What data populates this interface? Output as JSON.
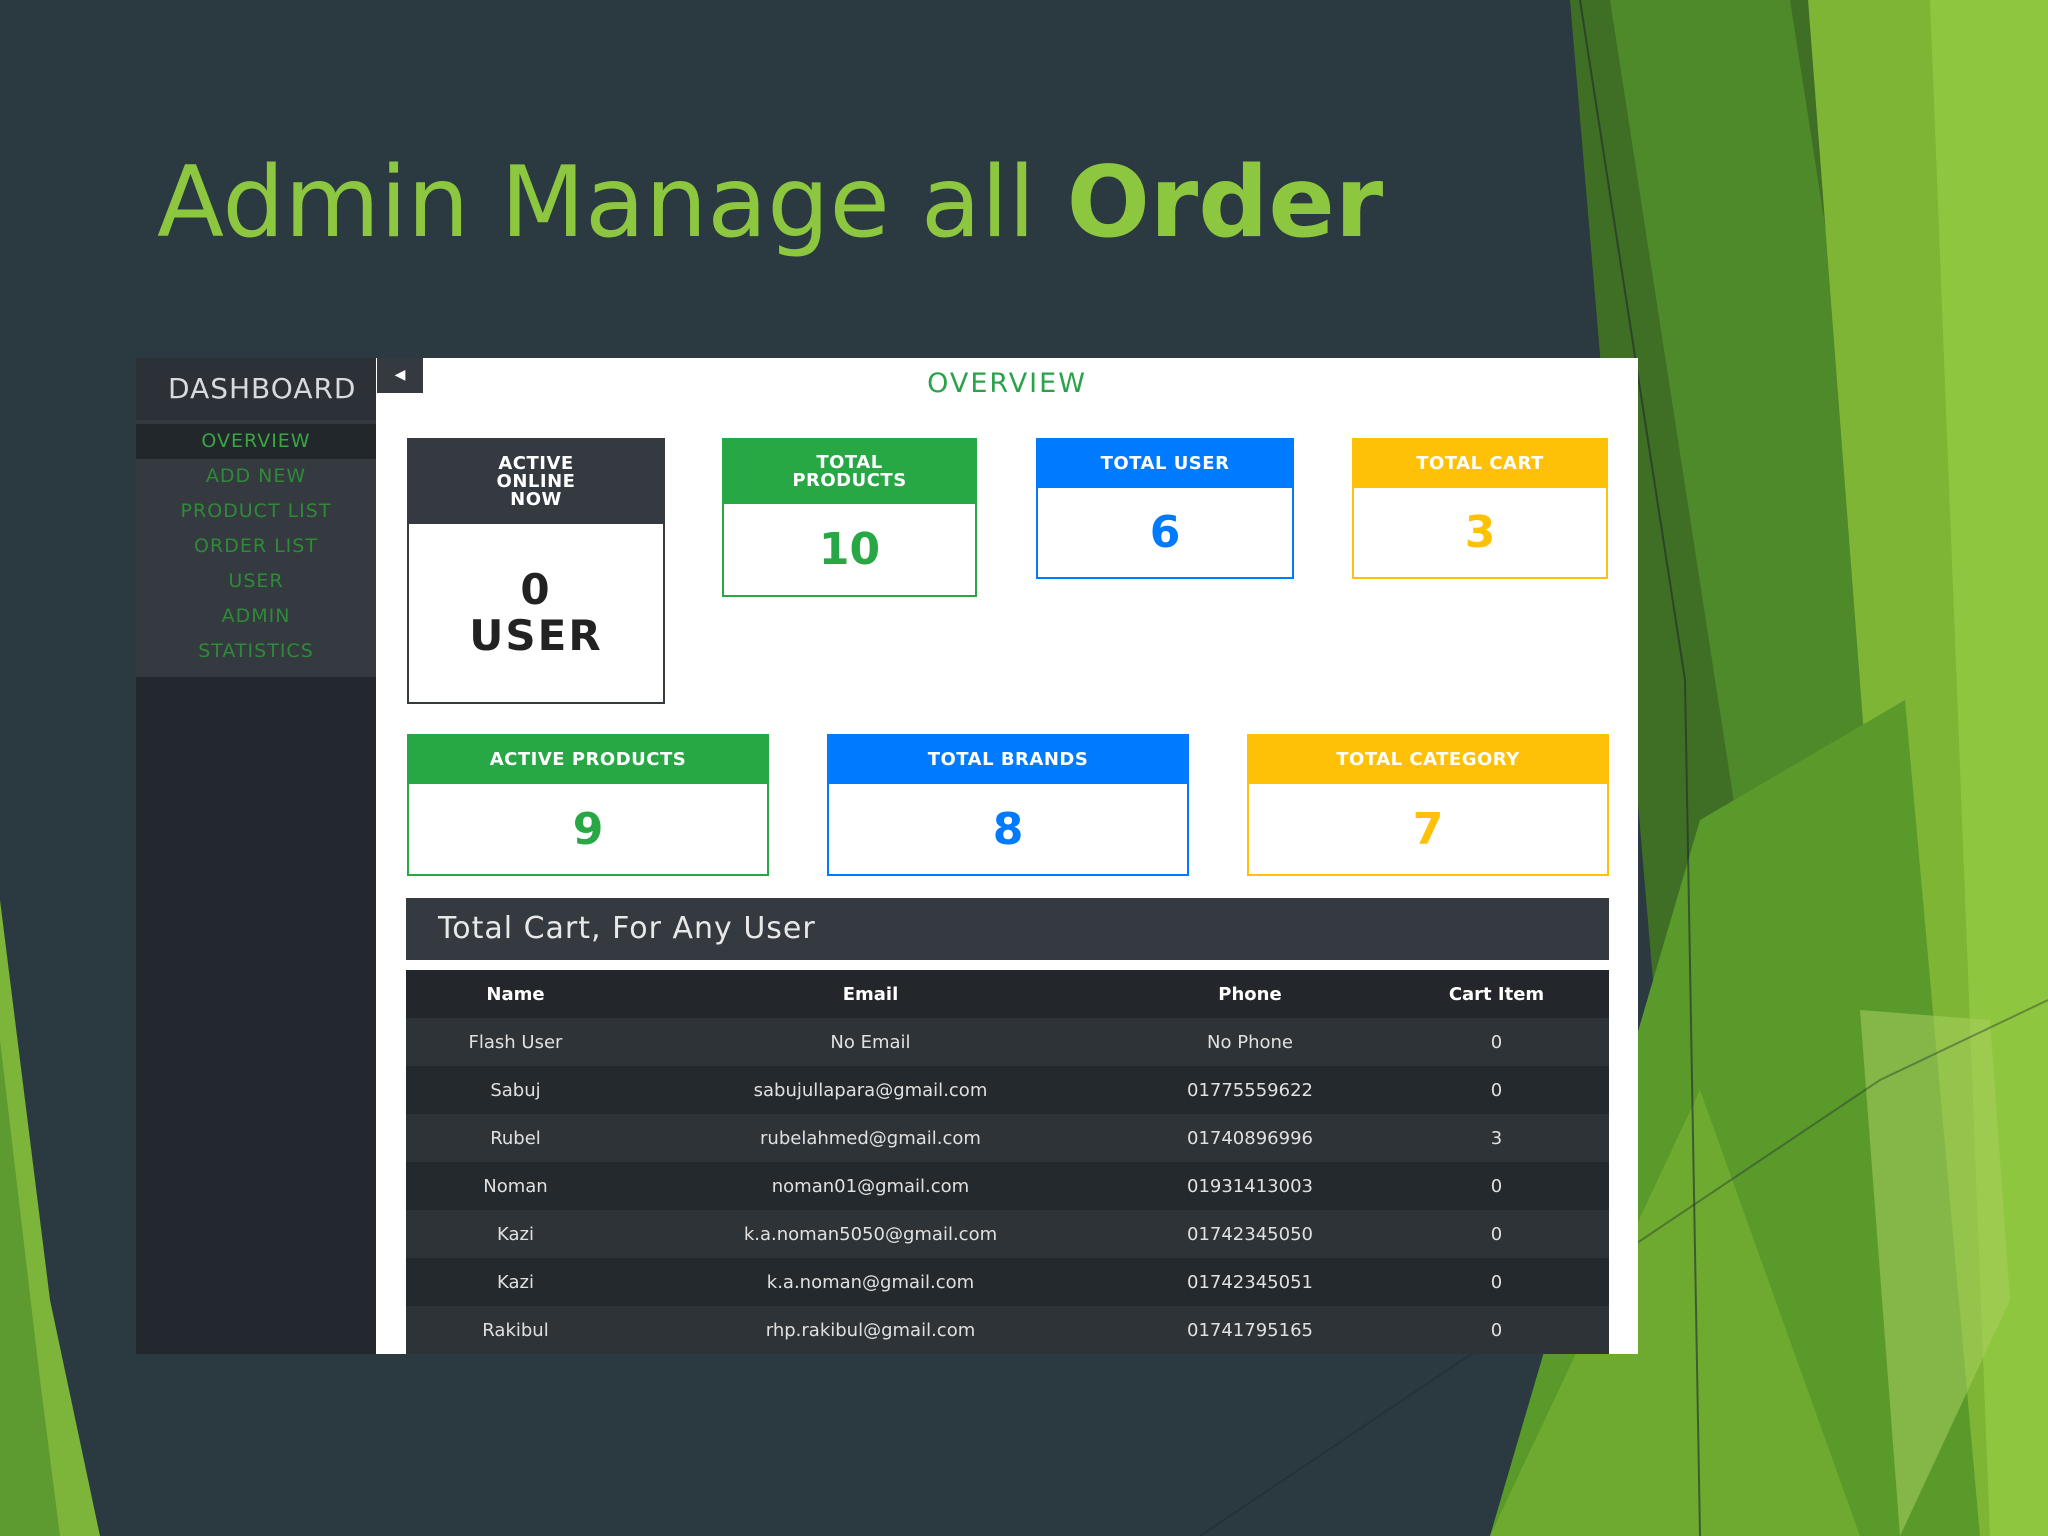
{
  "slide": {
    "title_regular": "Admin Manage all ",
    "title_bold": "Order"
  },
  "colors": {
    "background": "#2b3940",
    "accent_green": "#8dc63f",
    "card_dark": "#343a40",
    "card_green": "#28a745",
    "card_blue": "#007bff",
    "card_yellow": "#ffc107"
  },
  "dashboard": {
    "sidebar": {
      "title": "DASHBOARD",
      "toggle_icon": "caret-left-icon",
      "items": [
        {
          "label": "OVERVIEW",
          "active": true
        },
        {
          "label": "ADD NEW",
          "active": false
        },
        {
          "label": "PRODUCT LIST",
          "active": false
        },
        {
          "label": "ORDER LIST",
          "active": false
        },
        {
          "label": "USER",
          "active": false
        },
        {
          "label": "ADMIN",
          "active": false
        },
        {
          "label": "STATISTICS",
          "active": false
        }
      ]
    },
    "overview_title": "OVERVIEW",
    "cards": {
      "active_online": {
        "title": "ACTIVE ONLINE NOW",
        "value": "0 USER"
      },
      "total_products": {
        "title": "TOTAL PRODUCTS",
        "value": "10"
      },
      "total_user": {
        "title": "TOTAL USER",
        "value": "6"
      },
      "total_cart": {
        "title": "TOTAL CART",
        "value": "3"
      },
      "active_products": {
        "title": "ACTIVE PRODUCTS",
        "value": "9"
      },
      "total_brands": {
        "title": "TOTAL BRANDS",
        "value": "8"
      },
      "total_category": {
        "title": "TOTAL CATEGORY",
        "value": "7"
      }
    },
    "cart_section": {
      "title": "Total Cart, For Any User",
      "columns": [
        "Name",
        "Email",
        "Phone",
        "Cart Item"
      ],
      "rows": [
        [
          "Flash User",
          "No Email",
          "No Phone",
          "0"
        ],
        [
          "Sabuj",
          "sabujullapara@gmail.com",
          "01775559622",
          "0"
        ],
        [
          "Rubel",
          "rubelahmed@gmail.com",
          "01740896996",
          "3"
        ],
        [
          "Noman",
          "noman01@gmail.com",
          "01931413003",
          "0"
        ],
        [
          "Kazi",
          "k.a.noman5050@gmail.com",
          "01742345050",
          "0"
        ],
        [
          "Kazi",
          "k.a.noman@gmail.com",
          "01742345051",
          "0"
        ],
        [
          "Rakibul",
          "rhp.rakibul@gmail.com",
          "01741795165",
          "0"
        ]
      ]
    }
  }
}
